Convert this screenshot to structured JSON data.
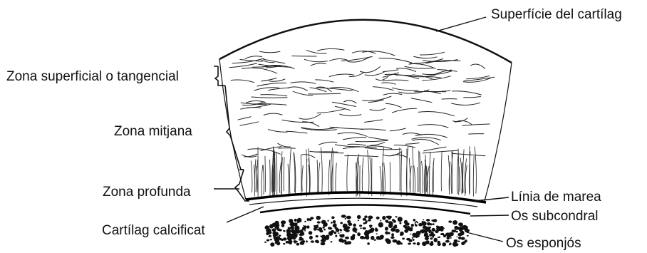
{
  "labels": {
    "surface": "Superfície del cartílag",
    "superficial_zone": "Zona superficial o tangencial",
    "middle_zone": "Zona mitjana",
    "deep_zone": "Zona profunda",
    "calcified": "Cartílag calcificat",
    "tidemark": "Línia de marea",
    "subchondral": "Os subcondral",
    "spongy": "Os esponjós"
  },
  "colors": {
    "ink": "#111111",
    "background": "#ffffff"
  }
}
